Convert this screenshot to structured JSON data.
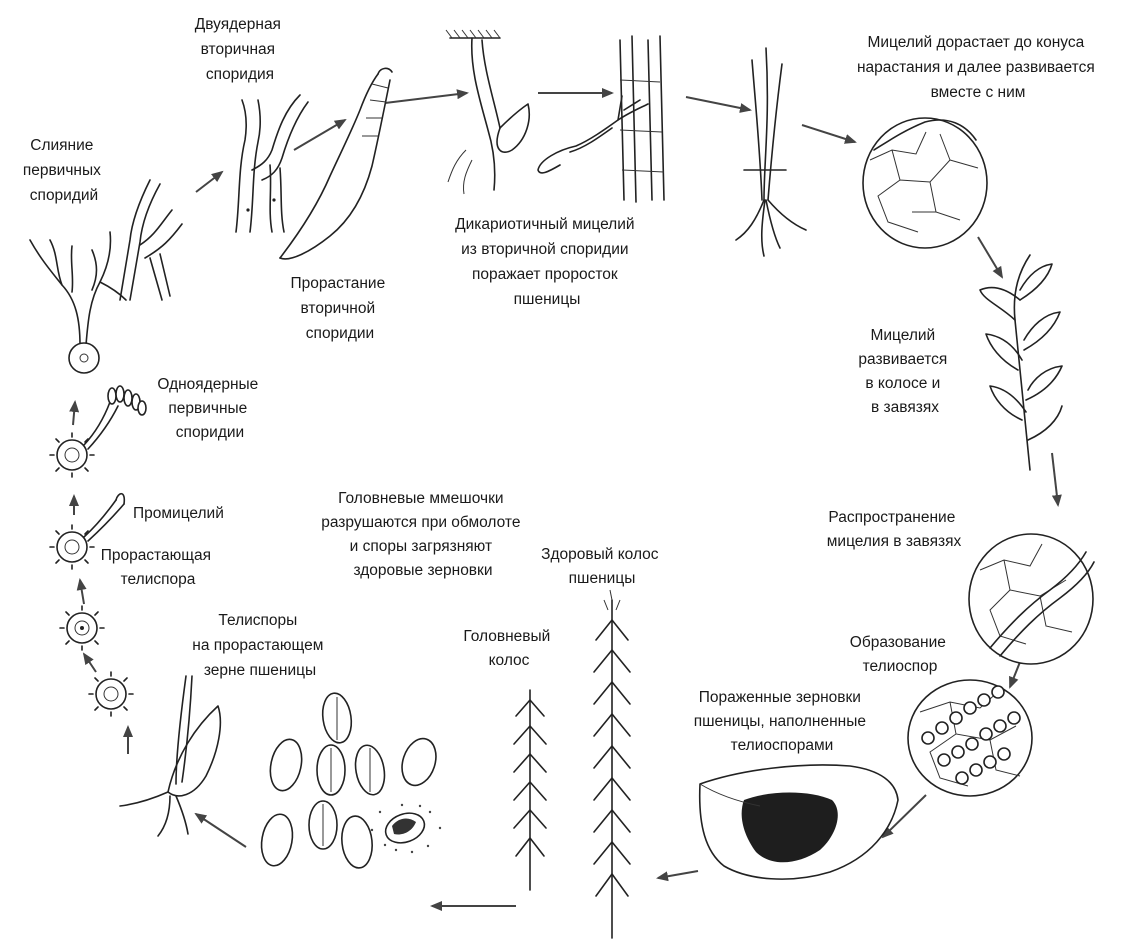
{
  "labels": {
    "fusion": [
      "Слияние",
      "первичных",
      "споридий"
    ],
    "binucleate": [
      "Двуядерная",
      "вторичная",
      "споридия"
    ],
    "germination_secondary": [
      "Прорастание",
      "вторичной",
      "споридии"
    ],
    "dikaryotic": [
      "Дикариотичный мицелий",
      "из вторичной споридии",
      "поражает проросток",
      "пшеницы"
    ],
    "mycelium_cone": [
      "Мицелий дорастает до конуса",
      "нарастания и далее развивается",
      "вместе с ним"
    ],
    "mycelium_ear": [
      "Мицелий",
      "развивается",
      "в колосе и",
      "в завязях"
    ],
    "spread_ovary": [
      "Распространение",
      "мицелия в завязях"
    ],
    "teliospore_formation": [
      "Образование",
      "телиоспор"
    ],
    "affected_grains": [
      "Пораженные зерновки",
      "пшеницы, наполненные",
      "телиоспорами"
    ],
    "healthy_ear": [
      "Здоровый колос",
      "пшеницы"
    ],
    "smut_ear": [
      "Головневый",
      "колос"
    ],
    "smut_sacs": [
      "Головневые ммешочки",
      "разрушаются при обмолоте",
      "и споры загрязняют",
      "здоровые зерновки"
    ],
    "teliospores_grain": [
      "Телиспоры",
      "на прорастающем",
      "зерне пшеницы"
    ],
    "uninucleate": [
      "Одноядерные",
      "первичные",
      "споридии"
    ],
    "promycelium": [
      "Промицелий"
    ],
    "germinating_teliospore": [
      "Прорастающая",
      "телиспора"
    ]
  }
}
